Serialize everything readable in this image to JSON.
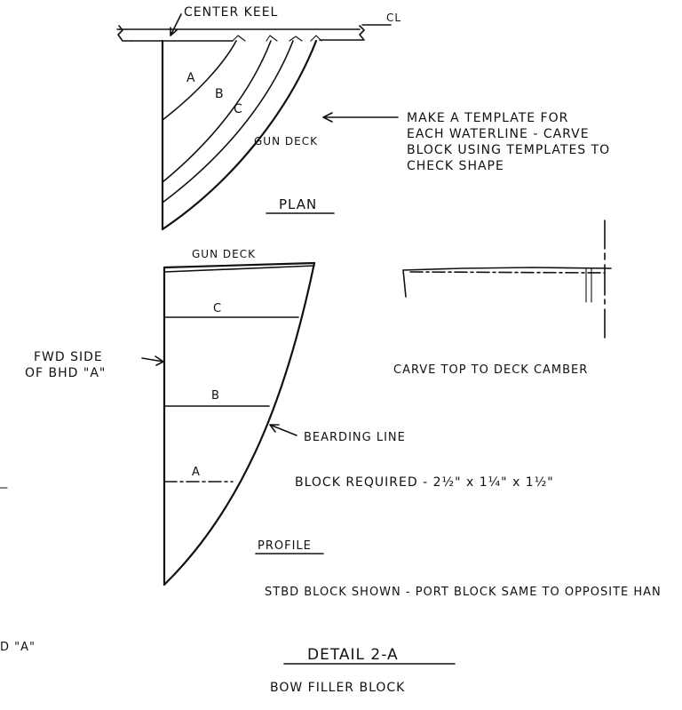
{
  "plan": {
    "center_keel": "CENTER KEEL",
    "cl": "CL",
    "waterline_a": "A",
    "waterline_b": "B",
    "waterline_c": "C",
    "gun_deck": "GUN DECK",
    "note_line1": "MAKE A TEMPLATE FOR",
    "note_line2": "EACH WATERLINE - CARVE",
    "note_line3": "BLOCK USING TEMPLATES TO",
    "note_line4": "CHECK SHAPE",
    "title": "PLAN"
  },
  "profile": {
    "gun_deck": "GUN DECK",
    "waterline_c": "C",
    "waterline_b": "B",
    "waterline_a": "A",
    "fwd_side_line1": "FWD SIDE",
    "fwd_side_line2": "OF BHD \"A\"",
    "bearding_line": "BEARDING LINE",
    "block_required": "BLOCK REQUIRED - 2½\" x 1¼\" x 1½\"",
    "title": "PROFILE",
    "stbd_note": "STBD BLOCK SHOWN - PORT BLOCK SAME TO OPPOSITE HAN"
  },
  "camber": {
    "caption": "CARVE TOP TO DECK CAMBER"
  },
  "edge_fragment": "D \"A\"",
  "detail": {
    "title": "DETAIL 2-A",
    "subtitle": "BOW FILLER BLOCK"
  }
}
